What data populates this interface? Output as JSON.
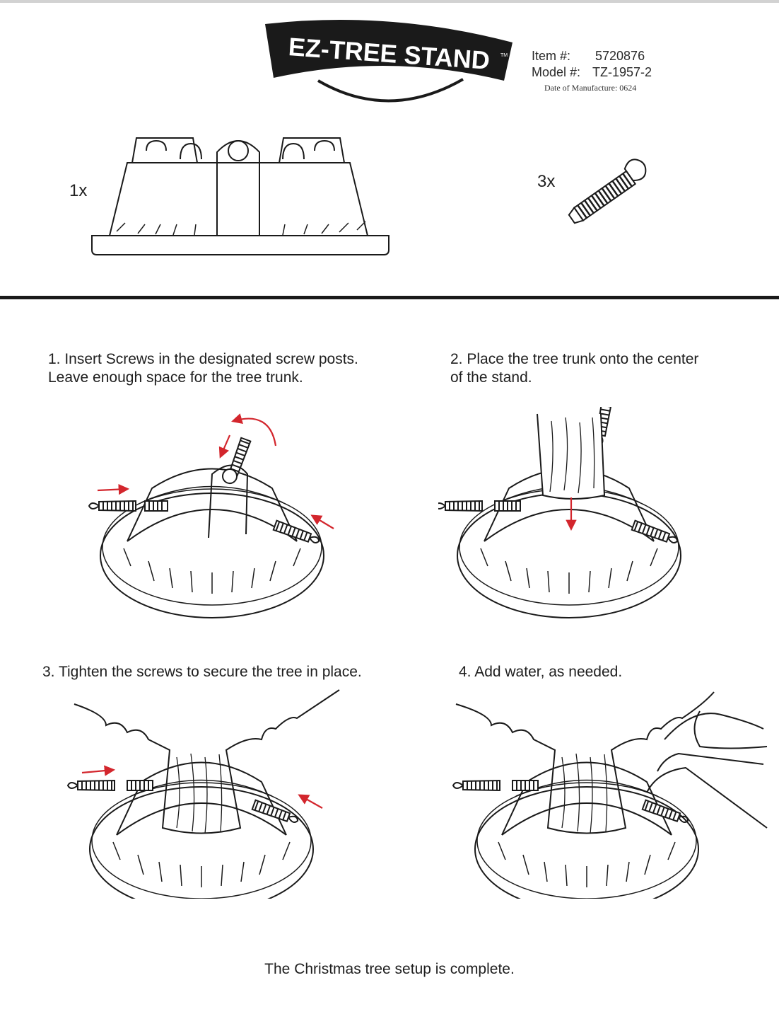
{
  "header": {
    "logo_text": "EZ-TREE STAND",
    "trademark": "TM",
    "item_label": "Item #:",
    "item_value": "5720876",
    "model_label": "Model #:",
    "model_value": "TZ-1957-2",
    "date_of_manufacture": "Date of Manufacture: 0624"
  },
  "parts": [
    {
      "quantity": "1x",
      "icon": "tree-stand-base-icon"
    },
    {
      "quantity": "3x",
      "icon": "screw-icon"
    }
  ],
  "steps": [
    {
      "text": "1. Insert Screws in the designated screw posts.\nLeave enough space for the tree trunk.",
      "icon": "insert-screws-illustration"
    },
    {
      "text": "2. Place the tree trunk onto the center\nof the stand.",
      "icon": "place-trunk-illustration"
    },
    {
      "text": "3. Tighten the screws to secure the tree in place.",
      "icon": "tighten-screws-illustration"
    },
    {
      "text": "4. Add water, as needed.",
      "icon": "add-water-illustration"
    }
  ],
  "footer": {
    "complete_text": "The Christmas tree setup is complete."
  },
  "colors": {
    "ink": "#1a1a1a",
    "arrow_red": "#d3262d",
    "divider": "#1a1a1a"
  }
}
